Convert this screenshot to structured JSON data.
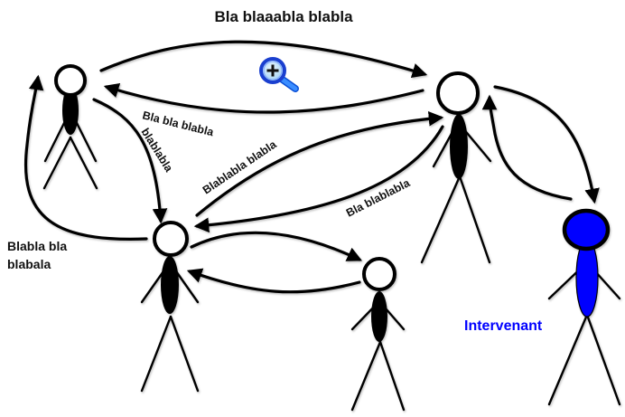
{
  "diagram": {
    "title": "Bla blaaabla  blabla",
    "persons": [
      {
        "id": "p1",
        "role": "person",
        "color": "#000000"
      },
      {
        "id": "p2",
        "role": "person",
        "color": "#000000"
      },
      {
        "id": "p3",
        "role": "person",
        "color": "#000000"
      },
      {
        "id": "p4",
        "role": "person",
        "color": "#000000"
      },
      {
        "id": "p5",
        "role": "intervenant",
        "label": "Intervenant",
        "color": "#0000ff"
      }
    ],
    "edges": [
      {
        "from": "p1",
        "to": "p2",
        "label": "Bla blaaabla  blabla"
      },
      {
        "from": "p2",
        "to": "p1",
        "label": ""
      },
      {
        "from": "p1",
        "to": "p3",
        "label": "Bla bla  blabla"
      },
      {
        "from": "p1",
        "to": "p3",
        "label_2": "blablabla"
      },
      {
        "from": "p3",
        "to": "p2",
        "label": "Blablabla blabla"
      },
      {
        "from": "p2",
        "to": "p3",
        "label": "Bla blablabla"
      },
      {
        "from": "p3",
        "to": "p1",
        "label": "Blabla bla blabala"
      },
      {
        "from": "p3",
        "to": "p4",
        "label": ""
      },
      {
        "from": "p4",
        "to": "p3",
        "label": ""
      },
      {
        "from": "p2",
        "to": "p5",
        "label": ""
      },
      {
        "from": "p5",
        "to": "p2",
        "label": ""
      }
    ],
    "labels": {
      "top": "Bla blaaabla  blabla",
      "bla_bla_blabla": "Bla bla  blabla",
      "blablabla": "blablabla",
      "blablabla_blabla": "Blablabla blabla",
      "bla_blablabla": "Bla blablabla",
      "left_line1": "Blabla bla",
      "left_line2": "blabala",
      "intervenant": "Intervenant"
    },
    "colors": {
      "ink": "#000000",
      "intervenant": "#0000ff",
      "zoom_icon": "#1a5fe0"
    },
    "zoom_icon": "zoom-in-magnifier"
  }
}
